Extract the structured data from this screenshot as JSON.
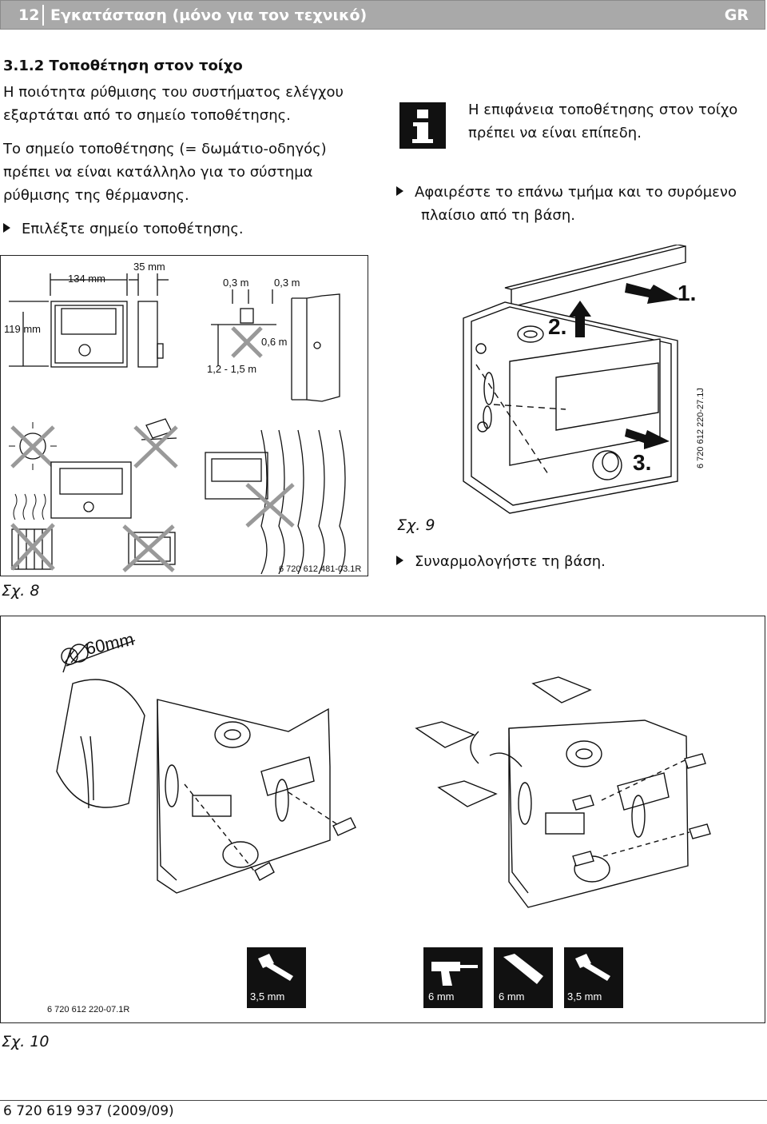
{
  "header": {
    "page_number": "12",
    "title": "Εγκατάσταση (μόνο για τον τεχνικό)",
    "lang": "GR"
  },
  "section": {
    "heading": "3.1.2  Τοποθέτηση στον τοίχο",
    "para1": [
      "Η ποιότητα ρύθμισης του συστήματος ελέγχου",
      "εξαρτάται από το σημείο τοποθέτησης."
    ],
    "para2": [
      "Το σημείο τοποθέτησης (= δωμάτιο-οδηγός)",
      "πρέπει να είναι κατάλληλο για το σύστημα",
      "ρύθμισης της θέρμανσης."
    ],
    "step1": "Επιλέξτε σημείο τοποθέτησης."
  },
  "note": {
    "lines": [
      "Η επιφάνεια τοποθέτησης στον τοίχο",
      "πρέπει να είναι επίπεδη."
    ]
  },
  "step2": [
    "Αφαιρέστε το επάνω τμήμα και το συρόμενο",
    "πλαίσιο από τη βάση."
  ],
  "step3": "Συναρμολογήστε τη βάση.",
  "fig8": {
    "caption": "Σχ. 8",
    "code": "6 720 612 481-03.1R",
    "dim_width": "134 mm",
    "dim_depth": "35 mm",
    "dim_height": "119 mm",
    "dist1": "0,3 m",
    "dist2": "0,3 m",
    "dist3": "0,6 m",
    "dist4": "1,2 - 1,5 m"
  },
  "fig9": {
    "caption": "Σχ. 9",
    "code": "6 720 612 220-27.1J",
    "steps": [
      "1.",
      "2.",
      "3."
    ]
  },
  "fig10": {
    "caption": "Σχ. 10",
    "code": "6 720 612 220-07.1R",
    "diameter": "60mm",
    "tool1": "3,5 mm",
    "tool2": "6 mm",
    "tool3": "6 mm",
    "tool4": "3,5 mm"
  },
  "footer": "6 720 619 937 (2009/09)"
}
